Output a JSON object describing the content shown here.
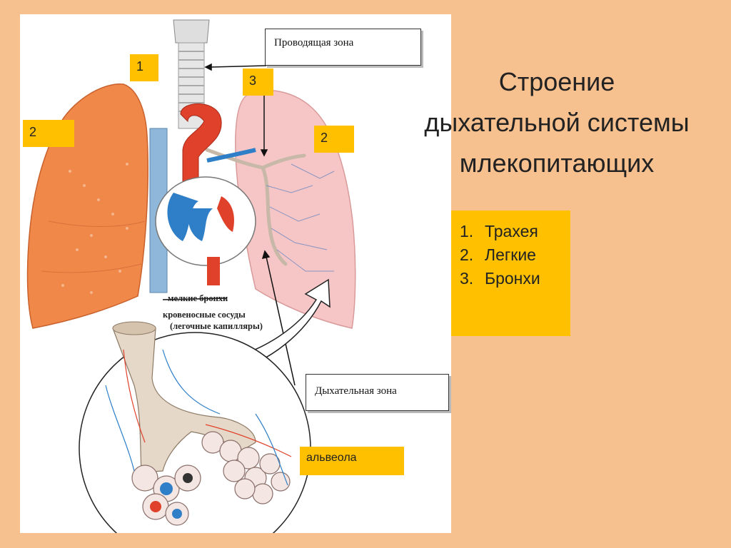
{
  "slide": {
    "title_lines": [
      "Строение",
      "дыхательной системы",
      "млекопитающих"
    ],
    "legend": [
      {
        "number": "1.",
        "label": "Трахея"
      },
      {
        "number": "2.",
        "label": "Легкие"
      },
      {
        "number": "3.",
        "label": "Бронхи"
      }
    ]
  },
  "figure": {
    "tags": {
      "trachea": "1",
      "lung_left": "2",
      "bronchi": "3",
      "lung_right": "2",
      "alveolus": "альвеола"
    },
    "zone_boxes": {
      "conducting": "Проводящая зона",
      "respiratory": "Дыхательная зона"
    },
    "captions": {
      "small_bronchi": "мелкие бронхи",
      "blood_vessels": "кровеносные сосуды",
      "capillaries": "(легочные капилляры)"
    }
  },
  "colors": {
    "background": "#f7c08f",
    "highlight": "#ffc000",
    "left_lung": "#f0884a",
    "right_lung": "#f6c6c6",
    "aorta_red": "#e0412a",
    "vein_blue": "#2f7fc8"
  }
}
